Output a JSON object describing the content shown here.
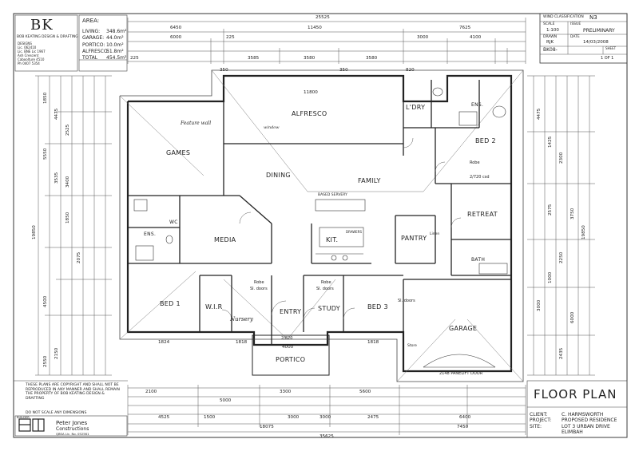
{
  "header": {
    "logo": "BK",
    "company": "BOB KEATING DESIGN & DRAFTING",
    "company_lines": [
      "DESIGNS",
      "Lic. 062410",
      "Lic. BNE Lic 1967",
      "Ash Crescent",
      "Caboolture 4510",
      "Ph 0407 5354"
    ]
  },
  "area": {
    "title": "AREA:",
    "rows": [
      {
        "label": "LIVING:",
        "value": "348.6m²"
      },
      {
        "label": "GARAGE:",
        "value": "44.0m²"
      },
      {
        "label": "PORTICO:",
        "value": "10.0m²"
      },
      {
        "label": "ALFRESCO:",
        "value": "51.8m²"
      },
      {
        "label": "TOTAL",
        "value": "454.5m²"
      }
    ]
  },
  "title_block": {
    "wind_classification_label": "WIND CLASSIFICATION",
    "wind_classification": "N3",
    "scale_label": "SCALE",
    "scale": "1:100",
    "issue_label": "ISSUE",
    "issue": "PRELIMINARY",
    "drawn_label": "DRAWN",
    "drawn": "RJK",
    "date_label": "DATE",
    "date": "14/03/2008",
    "sheet_label": "SHEET",
    "sheet": "1   OF   1",
    "job": "BK08-"
  },
  "plan": {
    "rooms": {
      "alfresco": "ALFRESCO",
      "ldry": "L'DRY",
      "ens_top": "ENS.",
      "games": "GAMES",
      "dining": "DINING",
      "family": "FAMILY",
      "bed2": "BED 2",
      "retreat": "RETREAT",
      "media": "MEDIA",
      "ens_left": "ENS.",
      "kit": "KIT.",
      "pantry": "PANTRY",
      "bath": "BATH",
      "wir": "W.I.R",
      "bed1": "BED 1",
      "entry": "ENTRY",
      "study": "STUDY",
      "bed3": "BED 3",
      "garage": "GARAGE",
      "portico": "PORTICO",
      "wc": "WC"
    },
    "fixtures": {
      "based_servery": "BASED SERVERY",
      "drawers": "DRAWERS",
      "sl_doors_1": "Sl. doors",
      "sl_doors_2": "Sl. doors",
      "sl_doors_3": "Sl. doors",
      "robe_1": "Robe",
      "robe_2": "Robe",
      "robe_3": "Robe",
      "linen": "Linen",
      "store": "Store",
      "panelift": "2148 PANELIFT DOOR",
      "door_2720": "2/720 csd",
      "door_2820": "2/820",
      "nursery": "Nursery",
      "feature_wall": "Feature wall",
      "window": "window"
    },
    "dims_top": {
      "overall": "25525",
      "a": "6450",
      "b": "11450",
      "c": "7625",
      "d": "6000",
      "e": "225",
      "f": "3000",
      "g": "4100",
      "h": "3585",
      "i": "3580",
      "j": "3580",
      "k": "225",
      "l": "350",
      "m": "350",
      "n": "820",
      "o": "11800"
    },
    "dims_bottom": {
      "overall": "35625",
      "a": "18075",
      "b": "7450",
      "c": "4525",
      "d": "1500",
      "e": "3000",
      "f": "3000",
      "g": "2475",
      "h": "6400",
      "i": "2100",
      "j": "5000",
      "k": "3300",
      "l": "5600",
      "portico": "4000",
      "m": "1824",
      "n": "1818",
      "o": "1818"
    },
    "dims_left": [
      "1850",
      "4475",
      "2525",
      "5550",
      "3535",
      "3400",
      "1850",
      "19850",
      "4500",
      "2550",
      "2150",
      "2075"
    ],
    "dims_right": [
      "4475",
      "1425",
      "2300",
      "3750",
      "2575",
      "2250",
      "1000",
      "3000",
      "6000",
      "19850",
      "2435"
    ]
  },
  "footer": {
    "copyright": "THESE PLANS ARE COPYRIGHT AND SHALL NOT BE REPRODUCED IN ANY MANNER AND SHALL REMAIN THE PROPERTY OF BOB KEATING DESIGN & DRAFTING",
    "do_not_scale": "DO NOT SCALE ANY DIMENSIONS",
    "builder_label": "BUILDER",
    "builder_name": "Peter Jones",
    "builder_name2": "Constructions",
    "builder_lic": "QBSA Lic. No. 052561",
    "title": "FLOOR PLAN",
    "client_label": "CLIENT:",
    "client": "C. HARMSWORTH",
    "project_label": "PROJECT:",
    "project": "PROPOSED RESIDENCE",
    "site_label": "SITE:",
    "site": "LOT 3 URBAN DRIVE",
    "site2": "ELIMBAH"
  }
}
